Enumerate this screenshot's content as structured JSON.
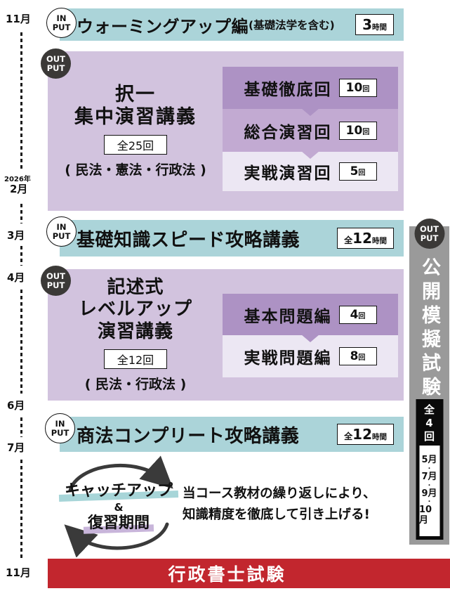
{
  "timeline": {
    "months": [
      {
        "year": "",
        "label": "11月"
      },
      {
        "year": "2026年",
        "label": "2月"
      },
      {
        "year": "",
        "label": "3月"
      },
      {
        "year": "",
        "label": "4月"
      },
      {
        "year": "",
        "label": "6月"
      },
      {
        "year": "",
        "label": "7月"
      },
      {
        "year": "",
        "label": "11月"
      }
    ]
  },
  "badges": {
    "input_line1": "IN",
    "input_line2": "PUT",
    "output_line1": "OUT",
    "output_line2": "PUT"
  },
  "warmup": {
    "title": "ウォーミングアップ編",
    "subtitle": "(基礎法学を含む)",
    "hours_num": "3",
    "hours_unit": "時間"
  },
  "takuitsu": {
    "title_line1": "択一",
    "title_line2": "集中演習講義",
    "count_prefix": "全",
    "count_num": "25",
    "count_unit": "回",
    "subjects": "( 民法・憲法・行政法 )",
    "rows": [
      {
        "label": "基礎徹底回",
        "num": "10",
        "unit": "回"
      },
      {
        "label": "総合演習回",
        "num": "10",
        "unit": "回"
      },
      {
        "label": "実戦演習回",
        "num": "5",
        "unit": "回"
      }
    ]
  },
  "kisochishiki": {
    "title": "基礎知識スピード攻略講義",
    "hours_prefix": "全",
    "hours_num": "12",
    "hours_unit": "時間"
  },
  "kijutsu": {
    "title_line1": "記述式",
    "title_line2": "レベルアップ",
    "title_line3": "演習講義",
    "count_prefix": "全",
    "count_num": "12",
    "count_unit": "回",
    "subjects": "( 民法・行政法 )",
    "rows": [
      {
        "label": "基本問題編",
        "num": "4",
        "unit": "回"
      },
      {
        "label": "実戦問題編",
        "num": "8",
        "unit": "回"
      }
    ]
  },
  "shoho": {
    "title": "商法コンプリート攻略講義",
    "hours_prefix": "全",
    "hours_num": "12",
    "hours_unit": "時間"
  },
  "catchup": {
    "line1": "キャッチアップ",
    "amp": "&",
    "line2": "復習期間",
    "desc_line1": "当コース教材の繰り返しにより、",
    "desc_line2": "知識精度を徹底して引き上げる!"
  },
  "mockexam": {
    "title": "公開模擬試験",
    "count_prefix": "全",
    "count_num": "4",
    "count_unit": "回",
    "dot": "・",
    "months": [
      "5月",
      "7月",
      "9月",
      "10月"
    ]
  },
  "exam": {
    "label": "行政書士試験"
  },
  "colors": {
    "teal": "#abd4d9",
    "purple_light": "#d2c3de",
    "row_dark": "#ad92c4",
    "row_mid": "#c2aad2",
    "row_pale": "#ece7f3",
    "gray_bar": "#9a9a9a",
    "dark_circle": "#3b3937",
    "red": "#c2262e"
  }
}
